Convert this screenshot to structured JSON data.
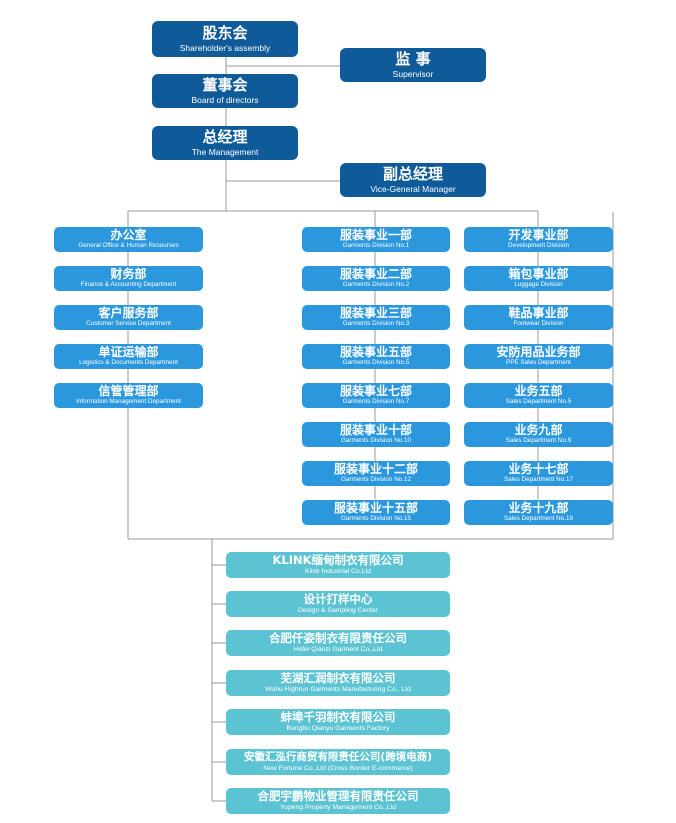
{
  "top": {
    "shareholders": {
      "cn": "股东会",
      "en": "Shareholder's assembly"
    },
    "supervisor": {
      "cn": "监 事",
      "en": "Supervisor"
    },
    "board": {
      "cn": "董事会",
      "en": "Board of directors"
    },
    "management": {
      "cn": "总经理",
      "en": "The Management"
    },
    "vice_gm": {
      "cn": "副总经理",
      "en": "Vice-General Manager"
    }
  },
  "left_departments": [
    {
      "cn": "办公室",
      "en": "General Office & Human Resourses"
    },
    {
      "cn": "财务部",
      "en": "Finance & Accounting Department"
    },
    {
      "cn": "客户服务部",
      "en": "Customer Service Department"
    },
    {
      "cn": "单证运输部",
      "en": "Logistics & Documents Department"
    },
    {
      "cn": "信管管理部",
      "en": "Information Management Department"
    }
  ],
  "garment_divisions": [
    {
      "cn": "服装事业一部",
      "en": "Garments Division No.1"
    },
    {
      "cn": "服装事业二部",
      "en": "Garments Division No.2"
    },
    {
      "cn": "服装事业三部",
      "en": "Garments Division No.3"
    },
    {
      "cn": "服装事业五部",
      "en": "Garments Division No.5"
    },
    {
      "cn": "服装事业七部",
      "en": "Garments Division No.7"
    },
    {
      "cn": "服装事业十部",
      "en": "Garments Division No.10"
    },
    {
      "cn": "服装事业十二部",
      "en": "Garments Division No.12"
    },
    {
      "cn": "服装事业十五部",
      "en": "Garments Division No.15"
    }
  ],
  "right_divisions": [
    {
      "cn": "开发事业部",
      "en": "Development Division"
    },
    {
      "cn": "箱包事业部",
      "en": "Luggage Division"
    },
    {
      "cn": "鞋品事业部",
      "en": "Footwear Division"
    },
    {
      "cn": "安防用品业务部",
      "en": "PPE Sales Department"
    },
    {
      "cn": "业务五部",
      "en": "Sales Department No.5"
    },
    {
      "cn": "业务九部",
      "en": "Sales Department No.9"
    },
    {
      "cn": "业务十七部",
      "en": "Sales Department No.17"
    },
    {
      "cn": "业务十九部",
      "en": "Sales Department No.19"
    }
  ],
  "subsidiaries": [
    {
      "cn": "KLINK缅甸制衣有限公司",
      "en": "Klink Industrial Co.Ltd"
    },
    {
      "cn": "设计打样中心",
      "en": "Design & Sampling Center"
    },
    {
      "cn": "合肥仟姿制衣有限责任公司",
      "en": "Hefei Qianzi Garment Co.,Ltd"
    },
    {
      "cn": "芜湖汇润制衣有限公司",
      "en": "Wuhu Highrun Garments Manufacturing Co., Ltd"
    },
    {
      "cn": "蚌埠千羽制衣有限公司",
      "en": "Bengbu Qianyu Garments Factory"
    },
    {
      "cn": "安徽汇泓行商贸有限责任公司(跨境电商)",
      "en": "New Fortune Co.,Ltd (Cross Border E-commerce)"
    },
    {
      "cn": "合肥宇鹏物业管理有限责任公司",
      "en": "Yupeng Property Management Co.,Ltd"
    }
  ],
  "colors": {
    "dark_box": "#0f5a98",
    "mid_box": "#2b97dd",
    "teal_box": "#5cc3d2",
    "line": "#9a9a9a"
  }
}
